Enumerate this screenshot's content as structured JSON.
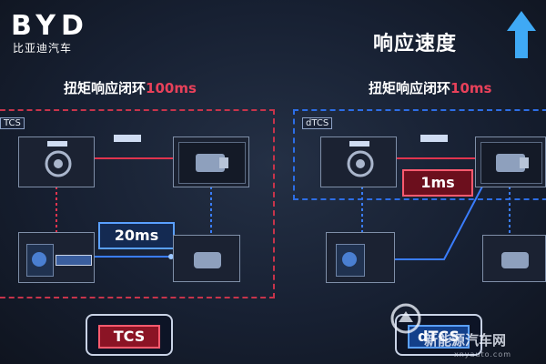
{
  "brand": {
    "logo_text": "BYD",
    "name": "比亚迪汽车"
  },
  "headline": "响应速度",
  "left_panel": {
    "title_text": "扭矩响应闭环",
    "title_value": "100ms",
    "tag": "TCS",
    "timing": "20ms",
    "button_label": "TCS"
  },
  "right_panel": {
    "title_text": "扭矩响应闭环",
    "title_value": "10ms",
    "tag": "dTCS",
    "timing": "1ms",
    "button_label": "dTCS"
  },
  "watermark": {
    "text": "新能源汽车网",
    "url": "xnyauto.com"
  },
  "icons": [
    "up-arrow-icon",
    "wheel-icon",
    "motor-icon",
    "controller-icon",
    "pump-icon",
    "watermark-logo-icon"
  ],
  "colors": {
    "accent_red": "#e8415a",
    "accent_blue": "#2d6ee6",
    "arrow_blue": "#3fa9f5",
    "background": "#172032"
  }
}
